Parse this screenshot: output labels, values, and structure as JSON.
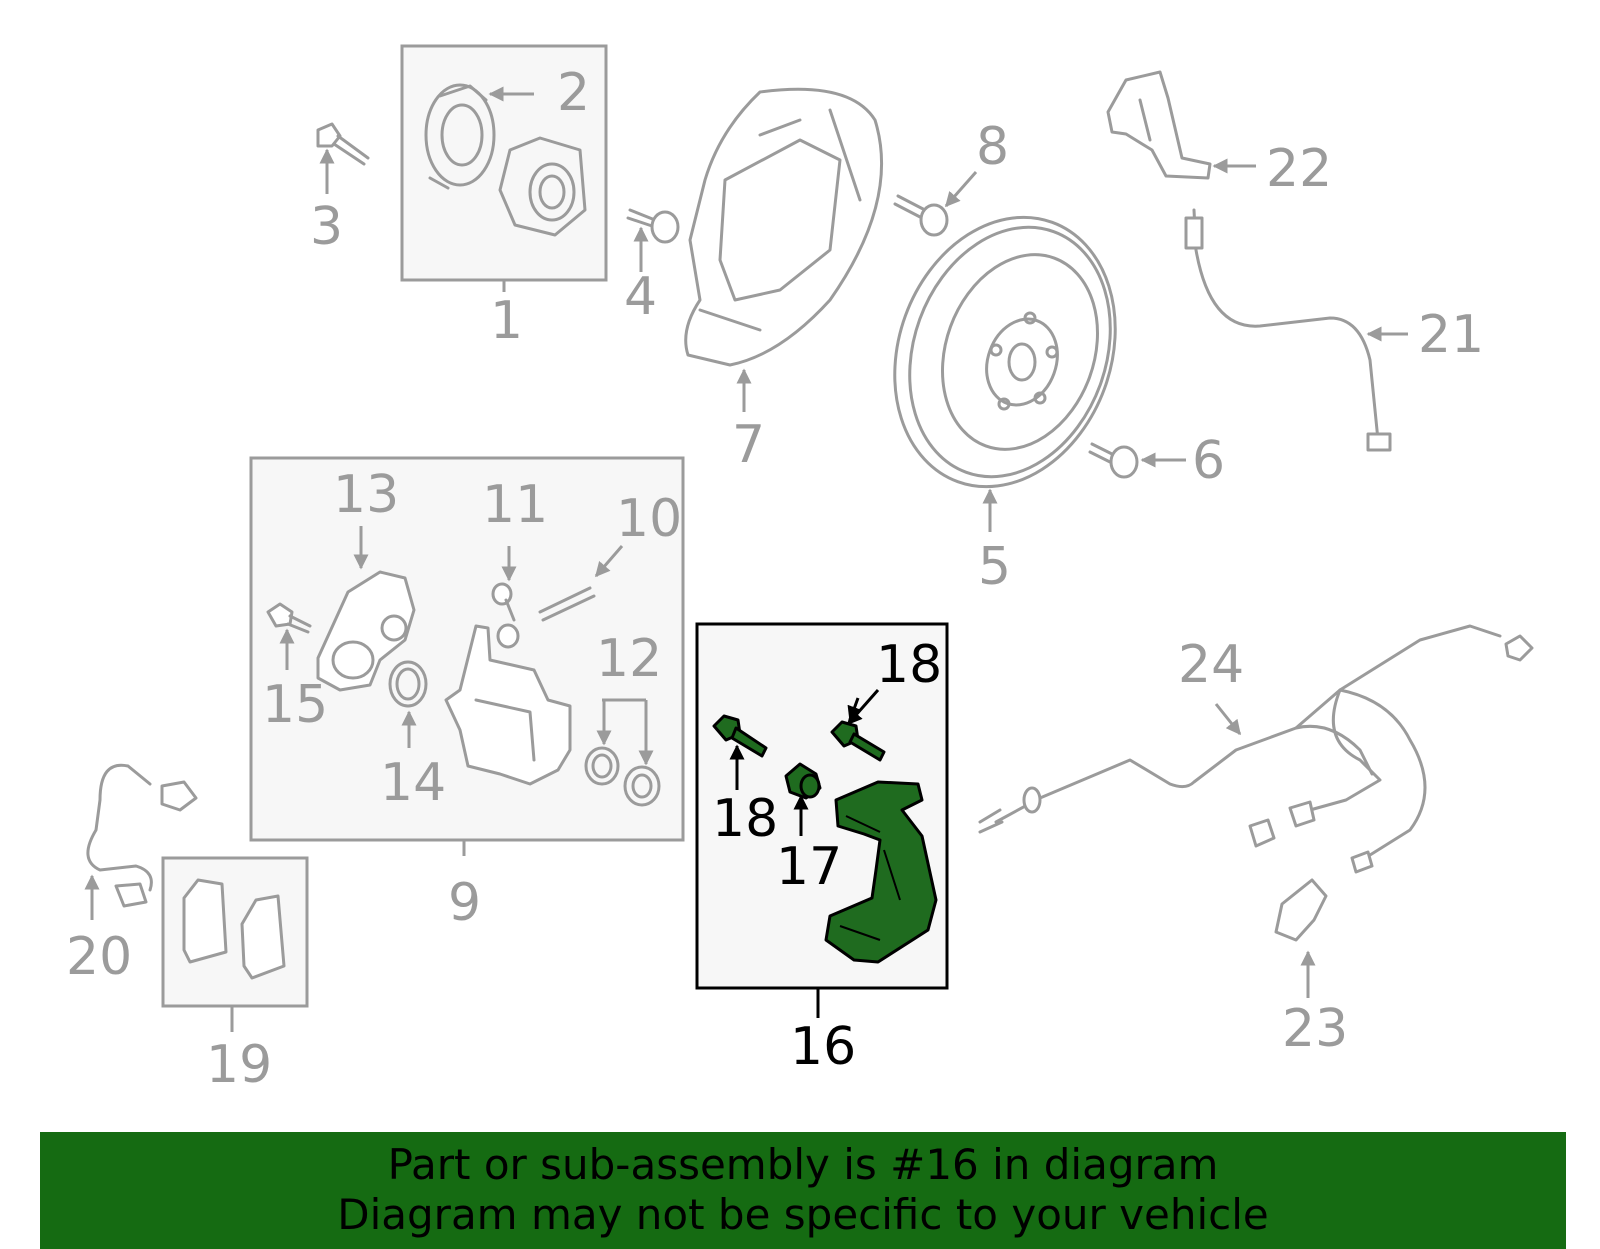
{
  "colors": {
    "part": "#9b9b9b",
    "highlight_fill": "#1f6b1f",
    "highlight_stroke": "#000000",
    "banner": "#156b12"
  },
  "labels": {
    "c1": "1",
    "c2": "2",
    "c3": "3",
    "c4": "4",
    "c5": "5",
    "c6": "6",
    "c7": "7",
    "c8": "8",
    "c9": "9",
    "c10": "10",
    "c11": "11",
    "c12": "12",
    "c13": "13",
    "c14": "14",
    "c15": "15",
    "c16": "16",
    "c17": "17",
    "c18a": "18",
    "c18b": "18",
    "c19": "19",
    "c20": "20",
    "c21": "21",
    "c22": "22",
    "c23": "23",
    "c24": "24"
  },
  "banner": {
    "line1": "Part or sub-assembly is #16 in diagram",
    "line2": "Diagram may not be specific to your vehicle"
  }
}
